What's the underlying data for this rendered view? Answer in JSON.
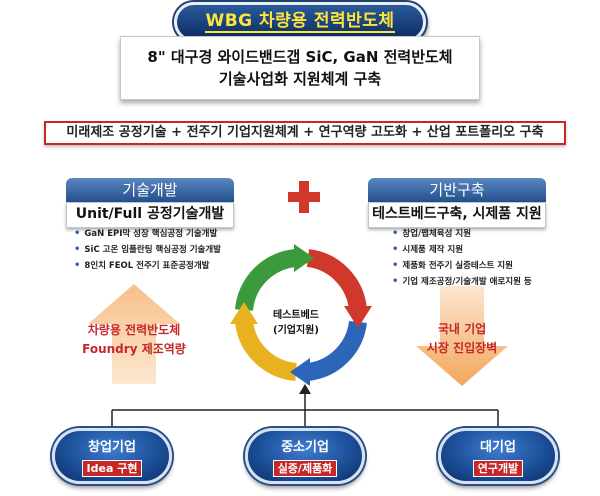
{
  "title": "WBG 차량용 전력반도체",
  "subtitle": {
    "line1": "8\" 대구경 와이드밴드갭 SiC, GaN 전력반도체",
    "line2": "기술사업화 지원체계 구축"
  },
  "goal": "미래제조 공정기술 + 전주기 기업지원체계 + 연구역량 고도화 + 산업 포트폴리오 구축",
  "left_section": {
    "header": "기술개발",
    "subheader": "Unit/Full 공정기술개발",
    "bullets": [
      "GaN EPI막 성장 핵심공정 기술개발",
      "SiC 고온 임플란팅 핵심공정 기술개발",
      "8인치 FEOL 전주기 표준공정개발"
    ],
    "arrow_text": [
      "차량용 전력반도체",
      "Foundry 제조역량"
    ]
  },
  "right_section": {
    "header": "기반구축",
    "subheader": "테스트베드구축, 시제품 지원",
    "bullets": [
      "창업/팹체육성 지원",
      "시제품 제작 지원",
      "제품화 전주기 실증테스트 지원",
      "기업 제조공정/기술개발 애로지원 등"
    ],
    "arrow_text": [
      "국내 기업",
      "시장 진입장벽"
    ]
  },
  "center": {
    "line1": "테스트베드",
    "line2": "(기업지원)"
  },
  "organizations": [
    {
      "name": "창업기업",
      "role": "Idea 구현"
    },
    {
      "name": "중소기업",
      "role": "실증/제품화"
    },
    {
      "name": "대기업",
      "role": "연구개발"
    }
  ],
  "colors": {
    "navy": "#1a4d96",
    "accent_red": "#c62828",
    "title_yellow": "#ffe53a",
    "arrow_orange": "#f2a65a",
    "cycle_green": "#3a9a3c",
    "cycle_red": "#d0382b",
    "cycle_yellow": "#e8b21e",
    "cycle_blue": "#2d66b8"
  }
}
